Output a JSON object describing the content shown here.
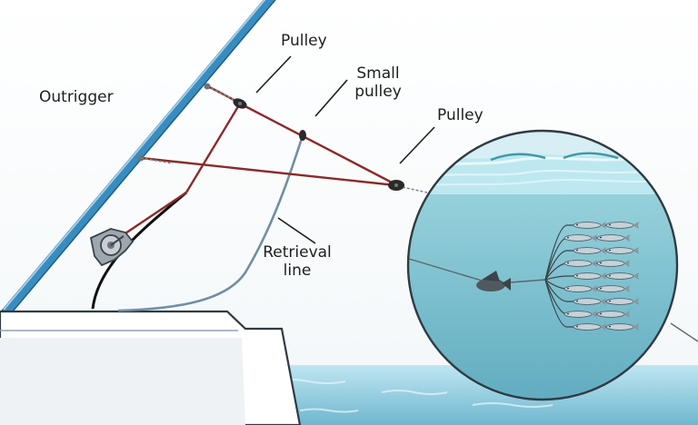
{
  "labels": {
    "outrigger": "Outrigger",
    "pulley_top": "Pulley",
    "small_pulley_line1": "Small",
    "small_pulley_line2": "pulley",
    "pulley_right": "Pulley",
    "retrieval_line1": "Retrieval",
    "retrieval_line2": "line"
  },
  "colors": {
    "pole": "#3a8cbf",
    "pole_highlight": "#9fd1ee",
    "pole_edge": "#1f5d86",
    "red_line": "#8b2a2a",
    "retrieval_line": "#6f8fa3",
    "boat_hull": "#ffffff",
    "boat_deck": "#e4e8ea",
    "sea_top": "#bfe6f2",
    "sea_bottom": "#6fb7cf",
    "inset_water": "#8ecfd9",
    "inset_surface": "#bde8ef",
    "fish": "#c6d2d9",
    "teaser_body": "#4f5a60"
  },
  "icons": {
    "reel": "reel-icon",
    "teaser": "bird-teaser-icon",
    "fish": "baitfish-icon"
  }
}
